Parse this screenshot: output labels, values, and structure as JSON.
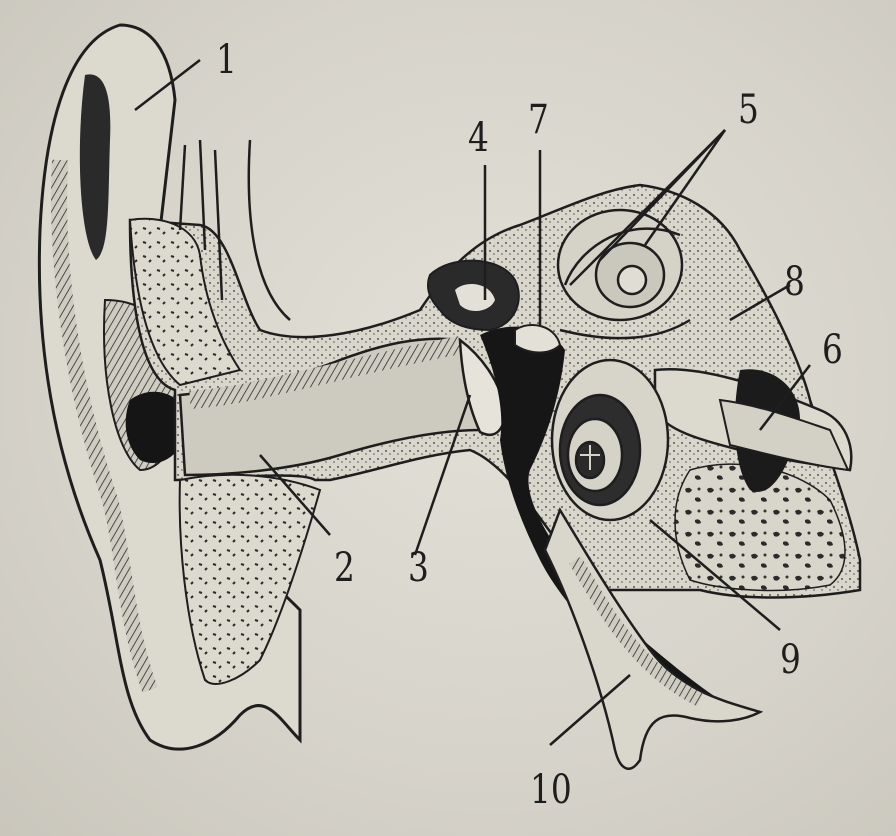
{
  "diagram": {
    "colors": {
      "paper": "#d6d3c9",
      "ink": "#1e1e1e",
      "dark": "#151515",
      "shade": "#3a3a3a"
    },
    "labels": [
      {
        "id": "1",
        "text": "1"
      },
      {
        "id": "2",
        "text": "2"
      },
      {
        "id": "3",
        "text": "3"
      },
      {
        "id": "4",
        "text": "4"
      },
      {
        "id": "5",
        "text": "5"
      },
      {
        "id": "6",
        "text": "6"
      },
      {
        "id": "7",
        "text": "7"
      },
      {
        "id": "8",
        "text": "8"
      },
      {
        "id": "9",
        "text": "9"
      },
      {
        "id": "10",
        "text": "10"
      }
    ]
  }
}
